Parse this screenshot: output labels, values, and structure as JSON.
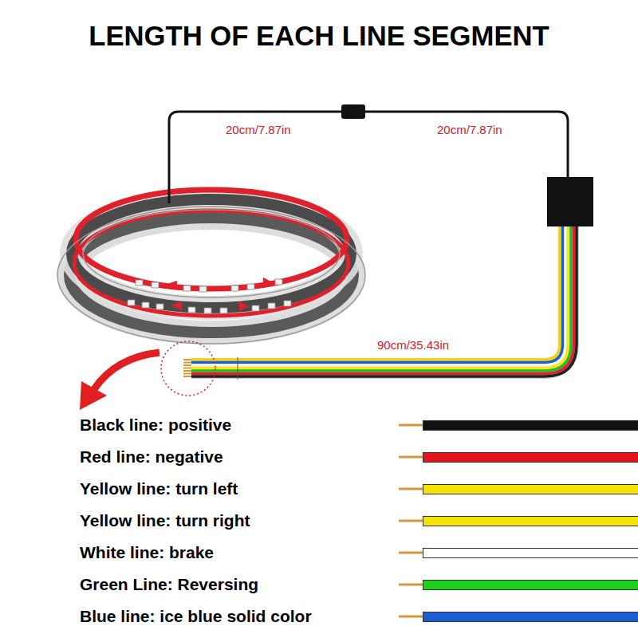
{
  "diagram": {
    "title": "LENGTH OF EACH LINE SEGMENT",
    "labels": [
      "20cm/7.87in",
      "20cm/7.87in",
      "90cm/35.43in"
    ],
    "legend": [
      {
        "text": "Black line: positive",
        "color": "#111111"
      },
      {
        "text": "Red line: negative",
        "color": "#e8141b"
      },
      {
        "text": "Yellow line: turn left",
        "color": "#f2e300"
      },
      {
        "text": "Yellow line: turn right",
        "color": "#f2e300"
      },
      {
        "text": "White line: brake",
        "color": "#ffffff"
      },
      {
        "text": "Green Line: Reversing",
        "color": "#1fd11f"
      },
      {
        "text": "Blue line: ice blue solid color",
        "color": "#1a5fd0"
      }
    ]
  }
}
